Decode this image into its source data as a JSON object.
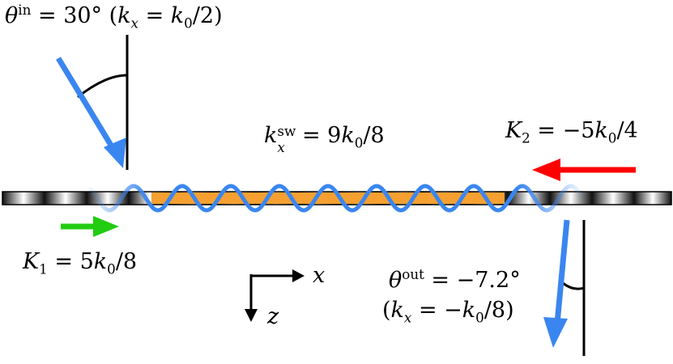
{
  "labels": {
    "theta_in": {
      "sym": "θ",
      "sup": "in",
      "eq": " = 30°  (",
      "k": "k",
      "ksub": "x",
      "eq2": " = ",
      "k0": "k",
      "k0sub": "0",
      "tail": "/2)"
    },
    "k_sw": {
      "sym": "k",
      "sub": "x",
      "sup": "sw",
      "eq": " = 9",
      "k0": "k",
      "k0sub": "0",
      "tail": "/8"
    },
    "K2": {
      "sym": "K",
      "sub": "2",
      "eq": " = −5",
      "k0": "k",
      "k0sub": "0",
      "tail": "/4"
    },
    "K1": {
      "sym": "K",
      "sub": "1",
      "eq": " = 5",
      "k0": "k",
      "k0sub": "0",
      "tail": "/8"
    },
    "theta_out": {
      "sym": "θ",
      "sup": "out",
      "eq": " = −7.2°"
    },
    "theta_out_kx": {
      "open": "(",
      "k": "k",
      "ksub": "x",
      "eq": " = −",
      "k0": "k",
      "k0sub": "0",
      "tail": "/8)"
    },
    "axis_x": "x",
    "axis_z": "z"
  },
  "colors": {
    "beam": "#3a86f0",
    "wave": "#3a86f0",
    "K2_arrow": "#ff0000",
    "K1_arrow": "#22cc11",
    "film": "#f5a030",
    "stripe_dark": "#111111",
    "stripe_light": "#ffffff"
  }
}
